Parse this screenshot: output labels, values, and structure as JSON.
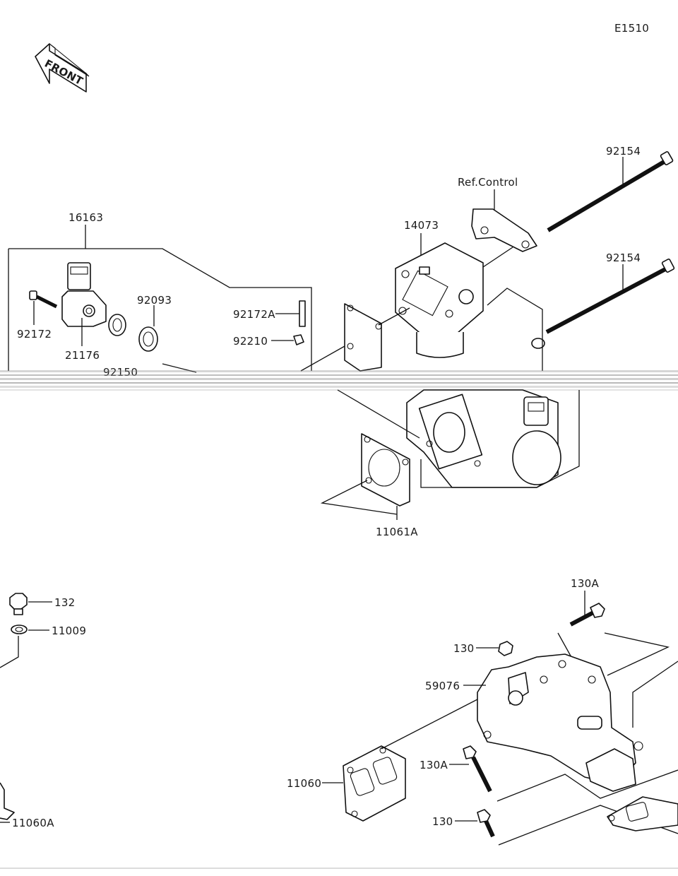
{
  "diagram_code": "E1510",
  "front_label": "FRONT",
  "reference_label": "Ref.Control",
  "parts": {
    "p16163": "16163",
    "p14073": "14073",
    "p92154_top": "92154",
    "p92154_mid": "92154",
    "p92172": "92172",
    "p21176": "21176",
    "p92093": "92093",
    "p92172A": "92172A",
    "p92210": "92210",
    "p92150_partial": "92150",
    "p11061A": "11061A",
    "p132": "132",
    "p11009": "11009",
    "p130A_top": "130A",
    "p130_top": "130",
    "p59076": "59076",
    "p11060": "11060",
    "p130A_bottom": "130A",
    "p130_bottom": "130",
    "p11060A": "11060A"
  }
}
